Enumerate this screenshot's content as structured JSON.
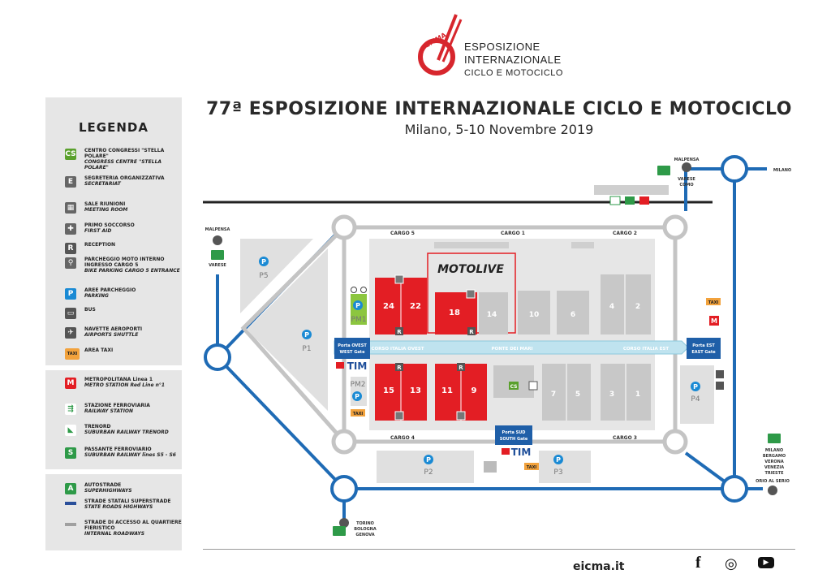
{
  "logo": {
    "mark_text": "EICMA",
    "line1": "ESPOSIZIONE",
    "line2": "INTERNAZIONALE",
    "line3": "CICLO E MOTOCICLO"
  },
  "title": "77ª ESPOSIZIONE INTERNAZIONALE CICLO E MOTOCICLO",
  "subtitle": "Milano, 5-10 Novembre 2019",
  "legend": {
    "title": "LEGENDA",
    "items": [
      {
        "icon": "congress-centre-icon",
        "glyph": "CS",
        "color": "#5aa02c",
        "text": "CENTRO CONGRESSI \"STELLA POLARE\"",
        "text_en": "CONGRESS CENTRE \"STELLA POLARE\""
      },
      {
        "icon": "secretariat-icon",
        "glyph": "E",
        "color": "#666666",
        "text": "SEGRETERIA ORGANIZZATIVA",
        "text_en": "SECRETARIAT"
      },
      {
        "icon": "meeting-room-icon",
        "glyph": "▦",
        "color": "#666666",
        "text": "SALE RIUNIONI",
        "text_en": "MEETING ROOM"
      },
      {
        "icon": "first-aid-icon",
        "glyph": "✚",
        "color": "#666666",
        "text": "PRIMO SOCCORSO",
        "text_en": "FIRST AID"
      },
      {
        "icon": "reception-icon",
        "glyph": "R",
        "color": "#555555",
        "text": "RECEPTION",
        "text_en": ""
      },
      {
        "icon": "bike-parking-icon",
        "glyph": "⚲",
        "color": "#666666",
        "text": "PARCHEGGIO MOTO INTERNO INGRESSO CARGO 5",
        "text_en": "BIKE PARKING CARGO 5 ENTRANCE"
      },
      {
        "icon": "parking-icon",
        "glyph": "P",
        "color": "#1a8ad4",
        "text": "AREE PARCHEGGIO",
        "text_en": "PARKING"
      },
      {
        "icon": "bus-icon",
        "glyph": "▭",
        "color": "#555555",
        "text": "BUS",
        "text_en": ""
      },
      {
        "icon": "airport-shuttle-icon",
        "glyph": "✈",
        "color": "#555555",
        "text": "NAVETTE AEROPORTI",
        "text_en": "AIRPORTS SHUTTLE"
      },
      {
        "icon": "taxi-icon",
        "glyph": "TAXI",
        "color": "#f2a23c",
        "text": "AREA TAXI",
        "text_en": ""
      }
    ],
    "items2": [
      {
        "icon": "metro-icon",
        "glyph": "M",
        "color": "#e31e24",
        "text": "METROPOLITANA Linea 1",
        "text_en": "METRO STATION Red Line n°1"
      },
      {
        "icon": "railway-icon",
        "glyph": "⇶",
        "color": "#ffffff",
        "text": "STAZIONE FERROVIARIA",
        "text_en": "RAILWAY STATION"
      },
      {
        "icon": "trenord-icon",
        "glyph": "◣",
        "color": "#ffffff",
        "text": "TRENORD",
        "text_en": "SUBURBAN RAILWAY TRENORD"
      },
      {
        "icon": "suburban-railway-icon",
        "glyph": "S",
        "color": "#2e9a48",
        "text": "PASSANTE FERROVIARIO",
        "text_en": "SUBURBAN RAILWAY lines S5 - S6"
      }
    ],
    "items3": [
      {
        "icon": "superhighway-icon",
        "glyph": "A",
        "color": "#2e9a48",
        "text": "AUTOSTRADE",
        "text_en": "SUPERHIGHWAYS"
      },
      {
        "icon": "state-road-icon",
        "glyph": "",
        "color": "#2a4f9a",
        "text": "STRADE STATALI SUPERSTRADE",
        "text_en": "STATE ROADS HIGHWAYS"
      },
      {
        "icon": "internal-road-icon",
        "glyph": "",
        "color": "#a0a0a0",
        "text": "STRADE DI ACCESSO AL QUARTIERE FIERISTICO",
        "text_en": "INTERNAL ROADWAYS"
      }
    ]
  },
  "map": {
    "cargo": [
      "CARGO 5",
      "CARGO 1",
      "CARGO 2",
      "CARGO 4",
      "CARGO 3"
    ],
    "halls_red": [
      "24",
      "22",
      "18",
      "15",
      "13",
      "11",
      "9"
    ],
    "halls_grey": [
      "14",
      "10",
      "6",
      "4",
      "2",
      "7",
      "5",
      "3",
      "1"
    ],
    "parking": [
      "P5",
      "P1",
      "PM1",
      "PM2",
      "P2",
      "P3",
      "P4"
    ],
    "corso_left": "CORSO ITALIA OVEST",
    "corso_mid": "PONTE DEI MARI",
    "corso_right": "CORSO ITALIA EST",
    "gate_west_it": "Porta OVEST",
    "gate_west_en": "WEST Gate",
    "gate_east_it": "Porta EST",
    "gate_east_en": "EAST Gate",
    "gate_south_it": "Porta SUD",
    "gate_south_en": "SOUTH Gate",
    "sponsor": "TIM",
    "motolive": "MOTOLIVE",
    "taxi": "TAXI",
    "metro": "M",
    "cs": "CS",
    "reception": "R",
    "dest_malpensa_top": "MALPENSA",
    "dest_varese_como": [
      "VARESE",
      "COMO"
    ],
    "dest_milano": "MILANO",
    "dest_malpensa_left": "MALPENSA",
    "dest_varese_left": "VARESE",
    "dest_east": [
      "MILANO",
      "BERGAMO",
      "VERONA",
      "VENEZIA",
      "TRIESTE"
    ],
    "dest_orio": "ORIO AL SERIO",
    "dest_south": [
      "TORINO",
      "BOLOGNA",
      "GENOVA"
    ]
  },
  "footer": {
    "site": "eicma.it",
    "facebook": "f",
    "instagram": "◎",
    "youtube": "▶"
  },
  "colors": {
    "hall_red": "#e31e24",
    "hall_grey": "#c8c8c8",
    "ring_grey": "#c4c4c4",
    "highway_blue": "#1f6bb5",
    "corso_cyan": "#bfe3ef",
    "parking_blue": "#1a8ad4",
    "gate_blue": "#1f5fa8"
  }
}
